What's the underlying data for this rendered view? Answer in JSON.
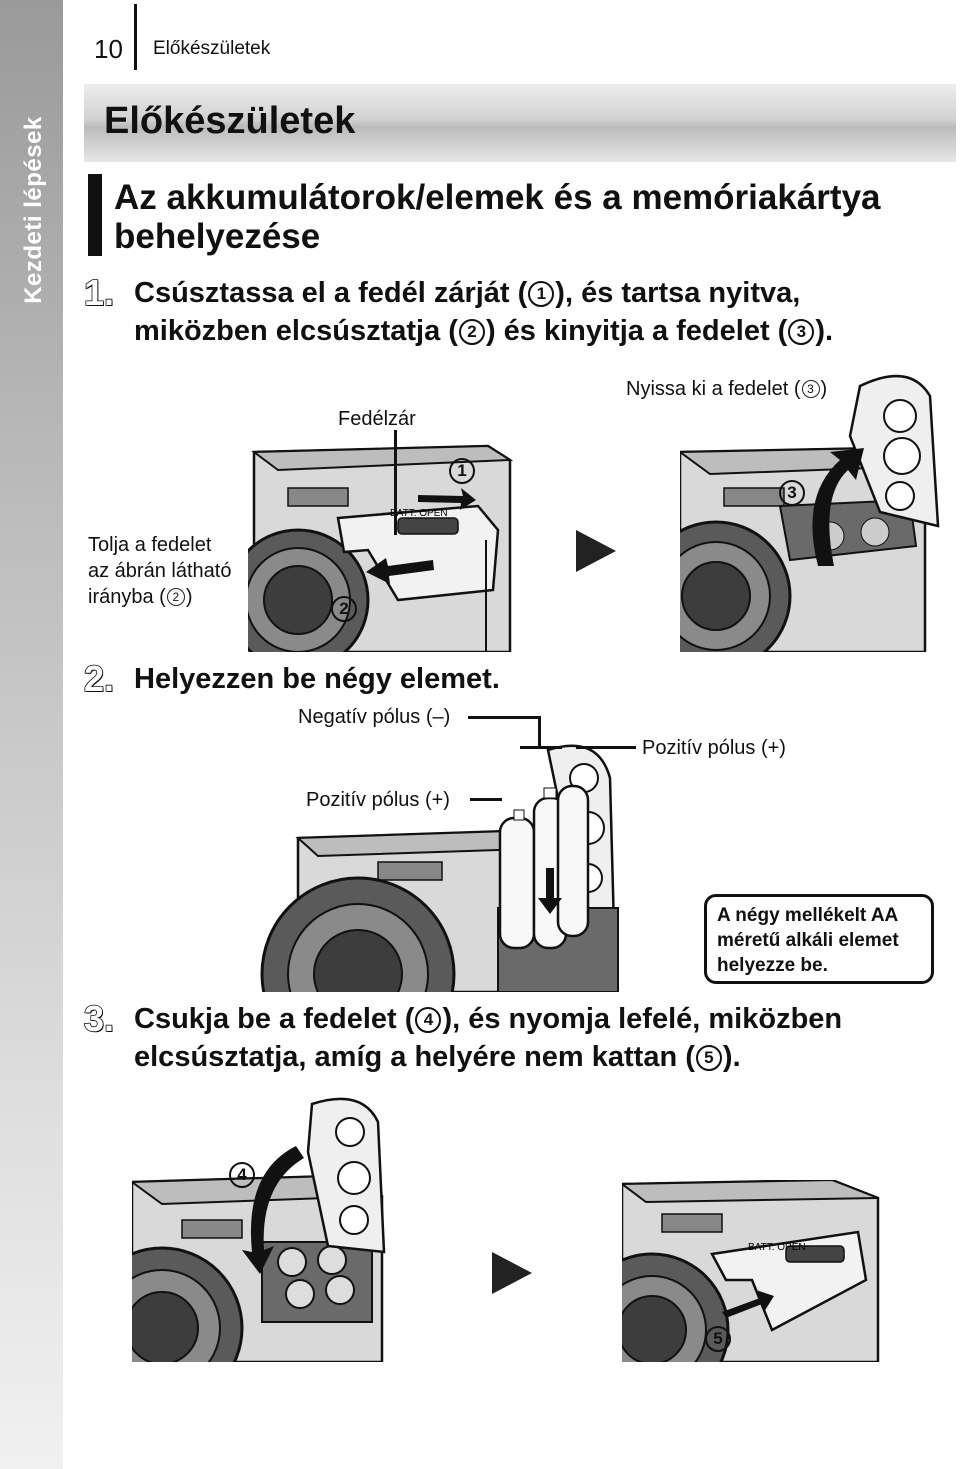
{
  "side_tab": {
    "label": "Kezdeti lépések"
  },
  "header": {
    "page_number": "10",
    "section": "Előkészületek"
  },
  "title": "Előkészületek",
  "subheading": {
    "line1": "Az akkumulátorok/elemek és a memóriakártya",
    "line2": "behelyezése"
  },
  "steps": [
    {
      "number": "1.",
      "line1": [
        "Csúsztassa el a fedél zárját (",
        "1",
        "), és tartsa nyitva,"
      ],
      "line2": [
        "miközben elcsúsztatja (",
        "2",
        ") és kinyitja a fedelet (",
        "3",
        ")."
      ]
    },
    {
      "number": "2.",
      "line1": [
        "Helyezzen be négy elemet."
      ]
    },
    {
      "number": "3.",
      "line1": [
        "Csukja be a fedelet (",
        "4",
        "), és nyomja lefelé, miközben"
      ],
      "line2": [
        "elcsúsztatja, amíg a helyére nem kattan (",
        "5",
        ")."
      ]
    }
  ],
  "figure1": {
    "label_cover_latch": "Fedélzár",
    "label_push": [
      "Tolja a fedelet",
      "az ábrán látható",
      "irányba ("
    ],
    "label_push_num": "2",
    "label_push_end": ")",
    "label_open": "Nyissa ki a fedelet (",
    "label_open_num": "3",
    "label_open_end": ")",
    "marker_1": "1",
    "marker_2": "2",
    "marker_3": "3",
    "latch_text": "BATT. OPEN"
  },
  "figure2": {
    "label_negative": "Negatív pólus (–)",
    "label_positive_left": "Pozitív pólus (+)",
    "label_positive_right": "Pozitív pólus (+)",
    "callout": [
      "A négy mellékelt AA",
      "méretű alkáli elemet",
      "helyezze be."
    ]
  },
  "figure3": {
    "marker_4": "4",
    "marker_5": "5",
    "latch_text": "BATT. OPEN"
  },
  "colors": {
    "ink": "#111111",
    "tab_gray": "#b8b8b8",
    "camera_body": "#d6d6d6",
    "camera_dark": "#4a4a4a"
  }
}
